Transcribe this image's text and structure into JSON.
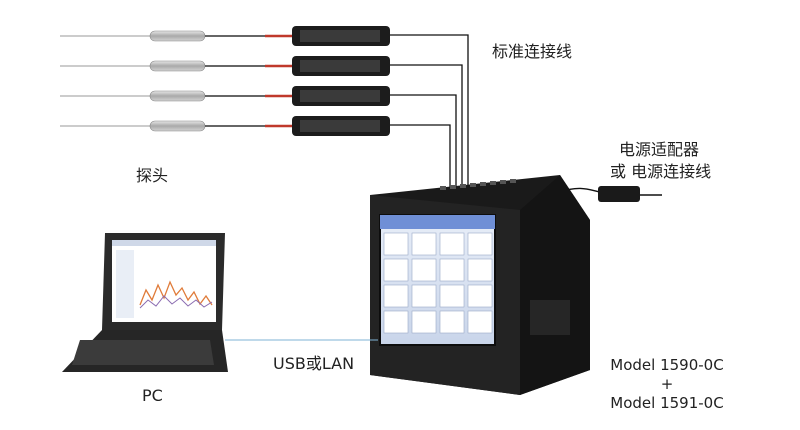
{
  "labels": {
    "cable": "标准连接线",
    "probe": "探头",
    "power_line1": "电源适配器",
    "power_line2": "或 电源连接线",
    "usb": "USB或LAN",
    "pc": "PC",
    "model_a": "Model 1590-0C",
    "plus": "+",
    "model_b": "Model 1591-0C"
  },
  "colors": {
    "device_body": "#1c1c1c",
    "device_face": "#2a2a2a",
    "screen": "#6f8fd6",
    "cable_red": "#c0392b",
    "wire": "#111111",
    "usb_line": "#7fb3d6",
    "probe_metal": "#b8b8b8"
  },
  "icons": {
    "probe": "probe-icon",
    "logger": "data-logger-icon",
    "adapter": "power-adapter-icon",
    "laptop": "laptop-icon"
  }
}
